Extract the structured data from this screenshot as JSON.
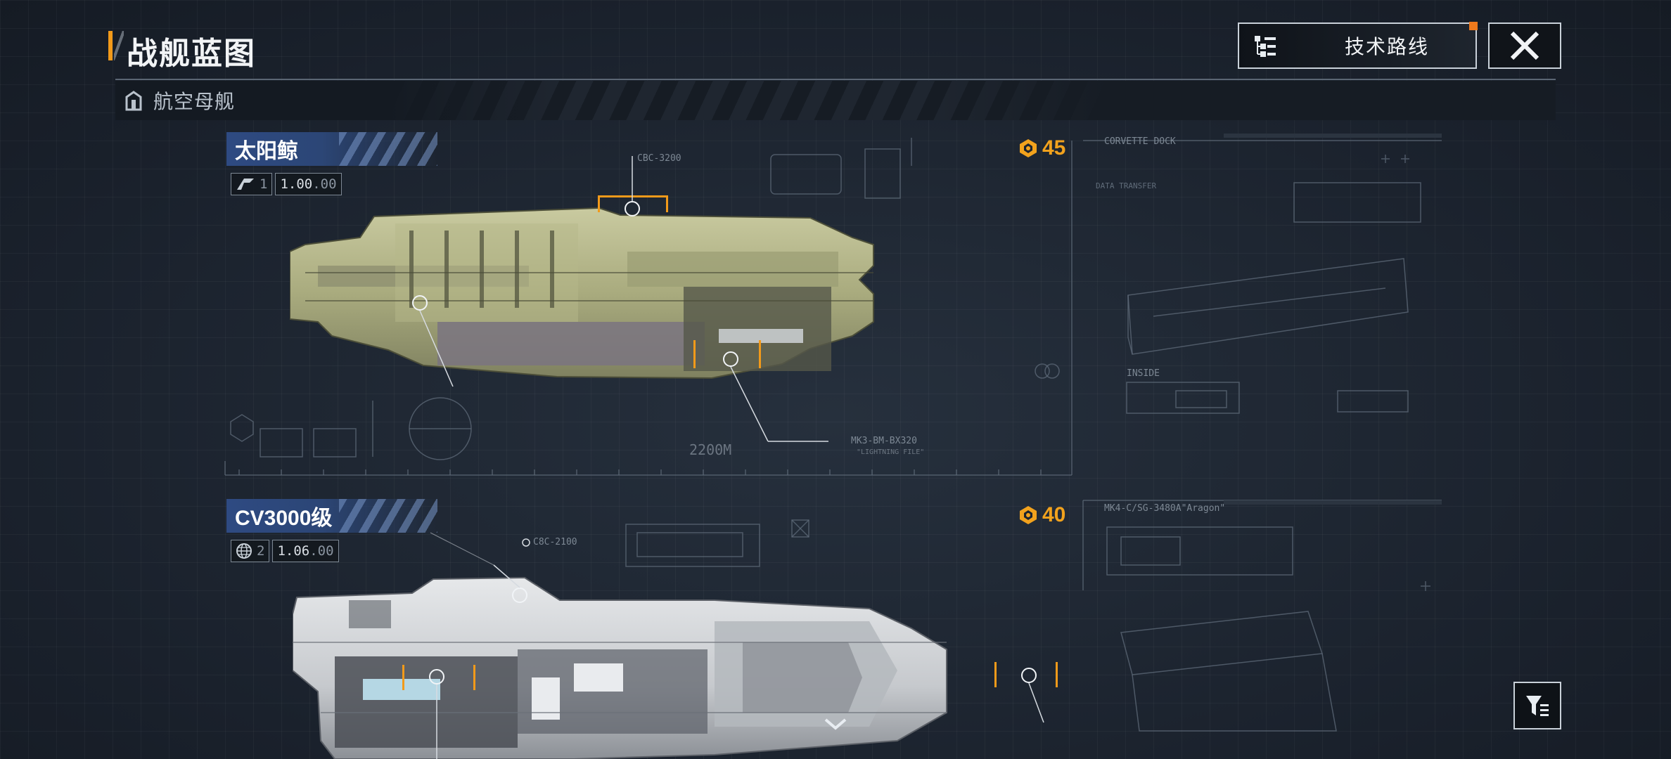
{
  "header": {
    "title": "战舰蓝图",
    "tech_route_label": "技术路线"
  },
  "category": {
    "label": "航空母舰"
  },
  "ships": [
    {
      "name": "太阳鲸",
      "tier": "1",
      "ratio_main": "1.00",
      "ratio_dec": ".00",
      "cost": "45",
      "length_label": "2200M",
      "module_top": "CBC-3200",
      "module_bottom": "MK3-BM-BX320",
      "module_bottom_sub": "\"LIGHTNING FILE\"",
      "side_label": "CORVETTE DOCK",
      "side_sub": "DATA TRANSFER",
      "inside_label": "INSIDE"
    },
    {
      "name": "CV3000级",
      "tier": "2",
      "ratio_main": "1.06",
      "ratio_dec": ".00",
      "cost": "40",
      "module_top": "C8C-2100",
      "side_label": "MK4-C/SG-3480A\"Aragon\""
    }
  ],
  "icons": {
    "tech": "tech-tree-icon",
    "close": "close-icon",
    "category": "carrier-icon",
    "cost": "cost-coin-icon",
    "filter": "filter-icon",
    "scroll": "chevron-down-icon"
  },
  "colors": {
    "accent": "#f29a1a",
    "tag_blue": "#2e4a82",
    "background": "#1c2430"
  }
}
